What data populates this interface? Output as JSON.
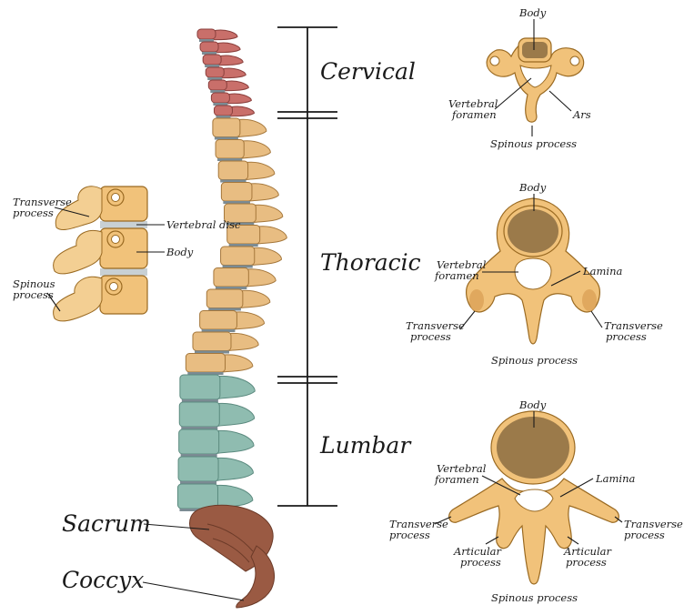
{
  "spine": {
    "regions": {
      "cervical": "Cervical",
      "thoracic": "Thoracic",
      "lumbar": "Lumbar"
    },
    "sacrum": "Sacrum",
    "coccyx": "Coccyx"
  },
  "side_view": {
    "transverse_process": [
      "Transverse",
      "process"
    ],
    "vertebral_disc": "Vertebral disc",
    "body": "Body",
    "spinous_process": [
      "Spinous",
      "process"
    ]
  },
  "cervical_vertebra": {
    "body": "Body",
    "vertebral_foramen": [
      "Vertebral",
      "foramen"
    ],
    "ars": "Ars",
    "spinous_process": "Spinous process"
  },
  "thoracic_vertebra": {
    "body": "Body",
    "vertebral_foramen": [
      "Vertebral",
      "foramen"
    ],
    "lamina": "Lamina",
    "transverse_process_left": [
      "Transverse",
      "process"
    ],
    "transverse_process_right": [
      "Transverse",
      "process"
    ],
    "spinous_process": "Spinous process"
  },
  "lumbar_vertebra": {
    "body": "Body",
    "vertebral_foramen": [
      "Vertebral",
      "foramen"
    ],
    "lamina": "Lamina",
    "transverse_process_left": [
      "Transverse",
      "process"
    ],
    "transverse_process_right": [
      "Transverse",
      "process"
    ],
    "articular_process_left": [
      "Articular",
      "process"
    ],
    "articular_process_right": [
      "Articular",
      "process"
    ],
    "spinous_process": "Spinous process"
  },
  "colors": {
    "cervical": "#c96f6a",
    "thoracic": "#e8bd82",
    "lumbar": "#8fbcb0",
    "sacrum_coccyx": "#9a5a43",
    "bone": "#f1c27a",
    "disc": "#7b8b93"
  }
}
